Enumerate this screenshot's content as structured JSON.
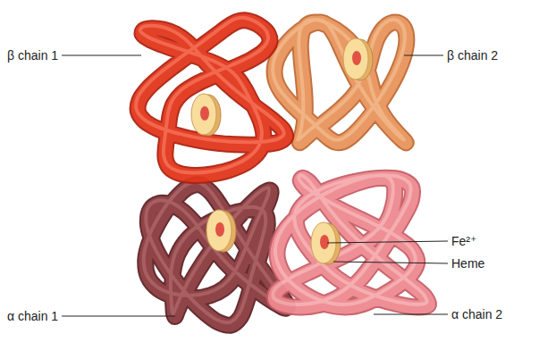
{
  "diagram": {
    "labels": [
      "β chain 1",
      "β chain 2",
      "Fe²⁺",
      "Heme",
      "α chain 1",
      "α chain 2"
    ]
  }
}
